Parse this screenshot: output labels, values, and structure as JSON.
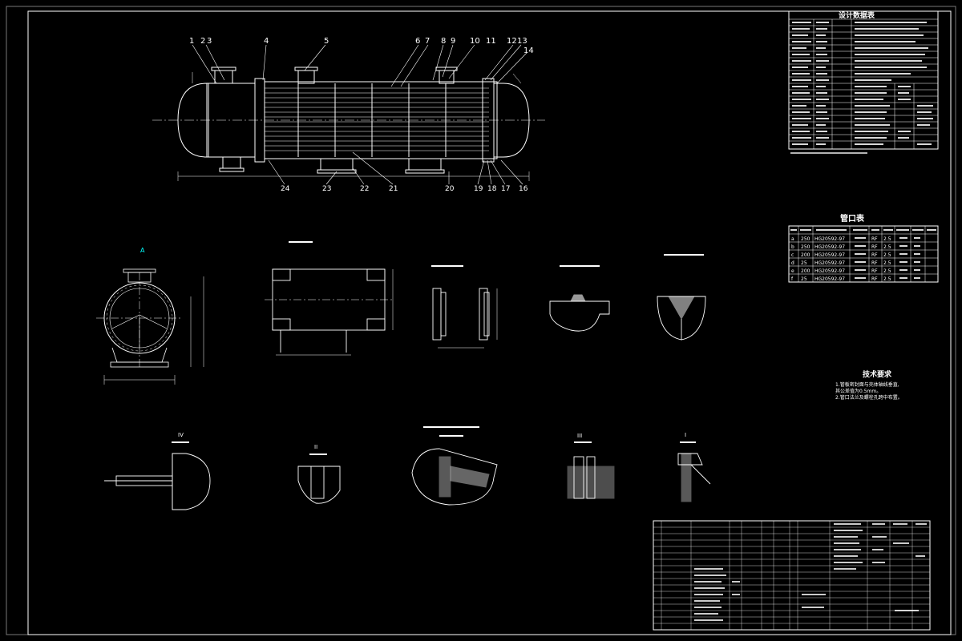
{
  "title_block": {
    "design_data_title": "设计数据表",
    "nozzle_table_title": "管口表",
    "tech_req_title": "技术要求",
    "tech_req_lines": [
      "1.管板密封面与壳体轴线垂直,",
      "其公差值为0.5mm。",
      "2.管口法兰及螺栓孔跨中布置。"
    ],
    "nozzle_rows": [
      {
        "id": "a",
        "dn": "250",
        "std": "HG20592-97",
        "face": "RF",
        "pn": "2.5"
      },
      {
        "id": "b",
        "dn": "250",
        "std": "HG20592-97",
        "face": "RF",
        "pn": "2.5"
      },
      {
        "id": "c",
        "dn": "200",
        "std": "HG20592-97",
        "face": "RF",
        "pn": "2.5"
      },
      {
        "id": "d",
        "dn": "25",
        "std": "HG20592-97",
        "face": "RF",
        "pn": "2.5"
      },
      {
        "id": "e",
        "dn": "200",
        "std": "HG20592-97",
        "face": "RF",
        "pn": "2.5"
      },
      {
        "id": "f",
        "dn": "25",
        "std": "HG20592-97",
        "face": "RF",
        "pn": "2.5"
      }
    ],
    "view_a_label": "A",
    "part_numbers_top": [
      "1",
      "2",
      "3",
      "4",
      "5",
      "6",
      "7",
      "8",
      "9",
      "10",
      "11",
      "12",
      "13",
      "14"
    ],
    "part_numbers_bottom": [
      "24",
      "23",
      "22",
      "21",
      "20",
      "19",
      "18",
      "17",
      "16"
    ],
    "detail_labels": [
      "IV",
      "II",
      "III",
      "I"
    ]
  },
  "colors": {
    "background": "#000000",
    "line": "#ffffff",
    "accent_cyan": "#00ffff",
    "accent_yellow": "#ffff00",
    "accent_green": "#00ff00",
    "accent_red": "#ff3030"
  }
}
